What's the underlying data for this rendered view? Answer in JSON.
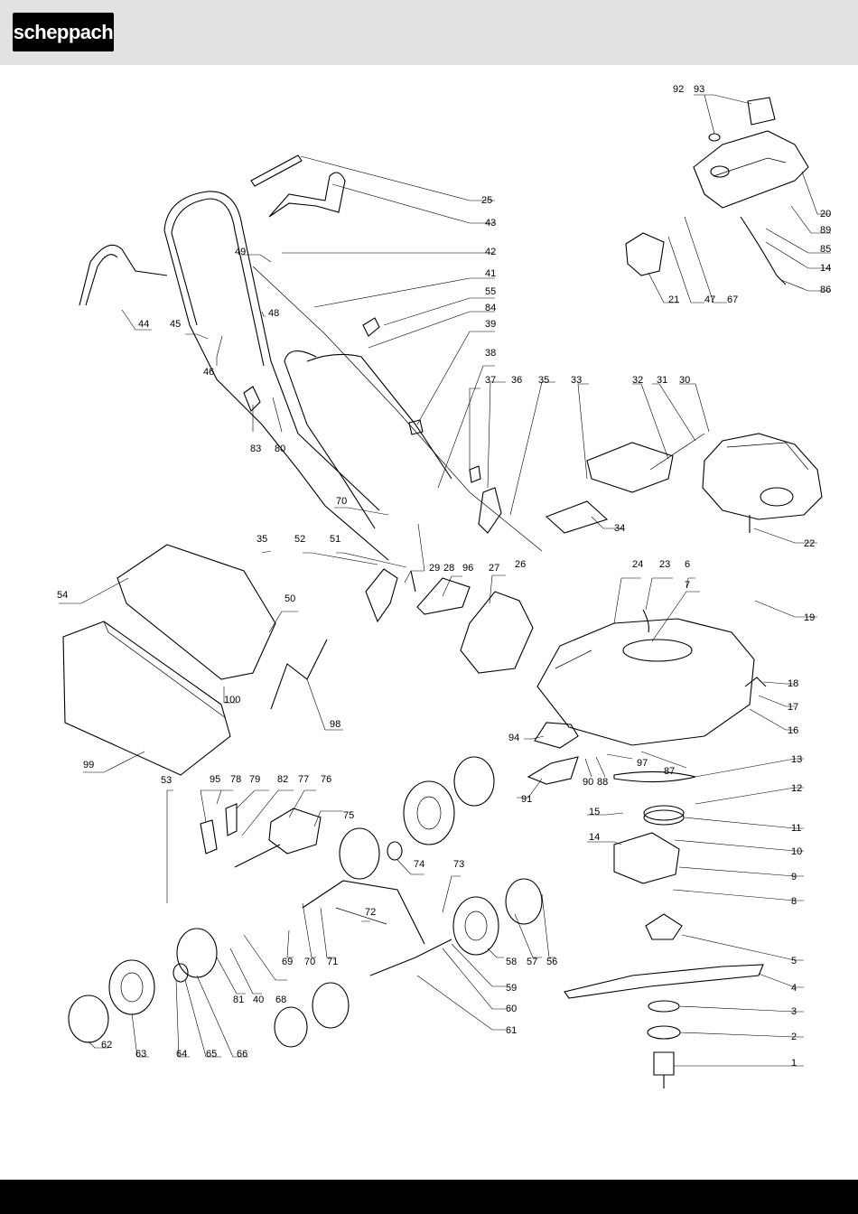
{
  "header": {
    "logo_text": "scheppach",
    "background": "#e2e2e2"
  },
  "footer": {
    "background": "#000000"
  },
  "callouts": [
    {
      "num": "1"
    },
    {
      "num": "2"
    },
    {
      "num": "3"
    },
    {
      "num": "4"
    },
    {
      "num": "5"
    },
    {
      "num": "6"
    },
    {
      "num": "7"
    },
    {
      "num": "8"
    },
    {
      "num": "9"
    },
    {
      "num": "10"
    },
    {
      "num": "11"
    },
    {
      "num": "12"
    },
    {
      "num": "13"
    },
    {
      "num": "14"
    },
    {
      "num": "14"
    },
    {
      "num": "15"
    },
    {
      "num": "16"
    },
    {
      "num": "17"
    },
    {
      "num": "18"
    },
    {
      "num": "19"
    },
    {
      "num": "20"
    },
    {
      "num": "21"
    },
    {
      "num": "22"
    },
    {
      "num": "23"
    },
    {
      "num": "24"
    },
    {
      "num": "25"
    },
    {
      "num": "26"
    },
    {
      "num": "27"
    },
    {
      "num": "28"
    },
    {
      "num": "29"
    },
    {
      "num": "30"
    },
    {
      "num": "31"
    },
    {
      "num": "32"
    },
    {
      "num": "33"
    },
    {
      "num": "34"
    },
    {
      "num": "35"
    },
    {
      "num": "35"
    },
    {
      "num": "36"
    },
    {
      "num": "37"
    },
    {
      "num": "38"
    },
    {
      "num": "39"
    },
    {
      "num": "40"
    },
    {
      "num": "41"
    },
    {
      "num": "42"
    },
    {
      "num": "43"
    },
    {
      "num": "44"
    },
    {
      "num": "45"
    },
    {
      "num": "46"
    },
    {
      "num": "47"
    },
    {
      "num": "48"
    },
    {
      "num": "49"
    },
    {
      "num": "50"
    },
    {
      "num": "51"
    },
    {
      "num": "52"
    },
    {
      "num": "53"
    },
    {
      "num": "54"
    },
    {
      "num": "55"
    },
    {
      "num": "56"
    },
    {
      "num": "57"
    },
    {
      "num": "58"
    },
    {
      "num": "59"
    },
    {
      "num": "60"
    },
    {
      "num": "61"
    },
    {
      "num": "62"
    },
    {
      "num": "63"
    },
    {
      "num": "64"
    },
    {
      "num": "65"
    },
    {
      "num": "66"
    },
    {
      "num": "67"
    },
    {
      "num": "68"
    },
    {
      "num": "69"
    },
    {
      "num": "70"
    },
    {
      "num": "70"
    },
    {
      "num": "71"
    },
    {
      "num": "72"
    },
    {
      "num": "73"
    },
    {
      "num": "74"
    },
    {
      "num": "75"
    },
    {
      "num": "76"
    },
    {
      "num": "77"
    },
    {
      "num": "78"
    },
    {
      "num": "79"
    },
    {
      "num": "80"
    },
    {
      "num": "81"
    },
    {
      "num": "82"
    },
    {
      "num": "83"
    },
    {
      "num": "84"
    },
    {
      "num": "85"
    },
    {
      "num": "86"
    },
    {
      "num": "87"
    },
    {
      "num": "88"
    },
    {
      "num": "89"
    },
    {
      "num": "90"
    },
    {
      "num": "91"
    },
    {
      "num": "92"
    },
    {
      "num": "93"
    },
    {
      "num": "94"
    },
    {
      "num": "95"
    },
    {
      "num": "96"
    },
    {
      "num": "97"
    },
    {
      "num": "98"
    },
    {
      "num": "99"
    },
    {
      "num": "100"
    }
  ]
}
